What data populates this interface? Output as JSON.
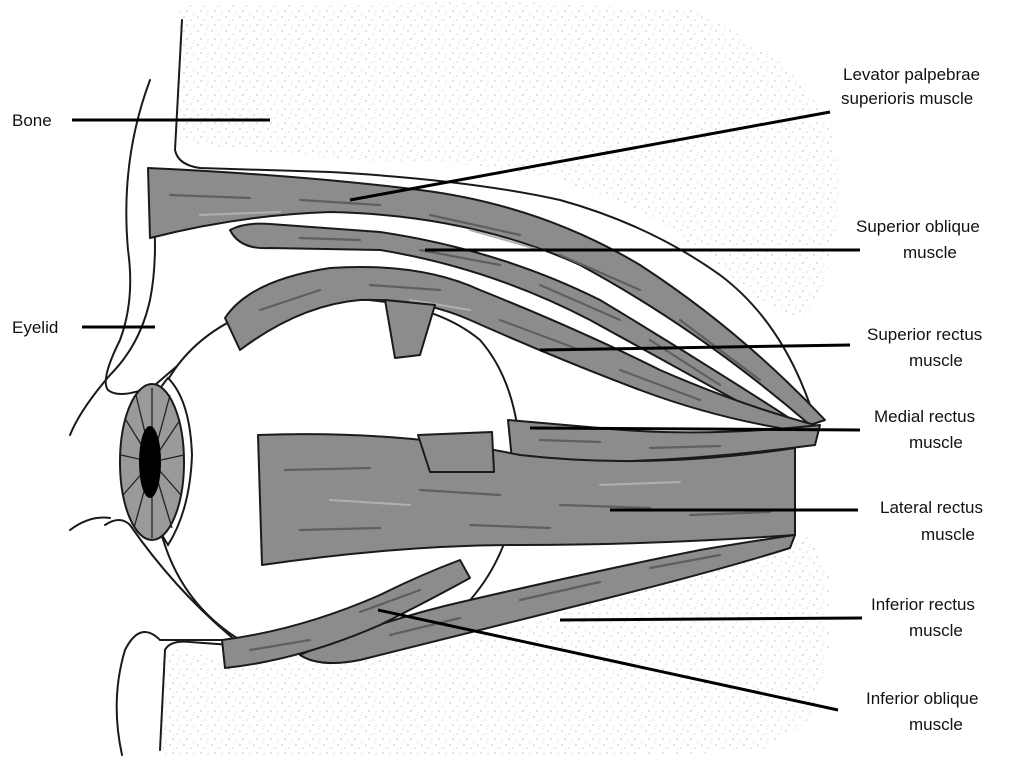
{
  "labels": {
    "bone": "Bone",
    "eyelid": "Eyelid",
    "levator": [
      "Levator palpebrae",
      "superioris muscle"
    ],
    "superior_oblique": [
      "Superior oblique",
      "muscle"
    ],
    "superior_rectus": [
      "Superior rectus",
      "muscle"
    ],
    "medial_rectus": [
      "Medial rectus",
      "muscle"
    ],
    "lateral_rectus": [
      "Lateral rectus",
      "muscle"
    ],
    "inferior_rectus": [
      "Inferior rectus",
      "muscle"
    ],
    "inferior_oblique": [
      "Inferior oblique",
      "muscle"
    ]
  },
  "colors": {
    "muscle": "#8c8c8c",
    "bone_stipple": "#9a9a9a",
    "outline": "#1a1a1a",
    "background": "#ffffff"
  }
}
